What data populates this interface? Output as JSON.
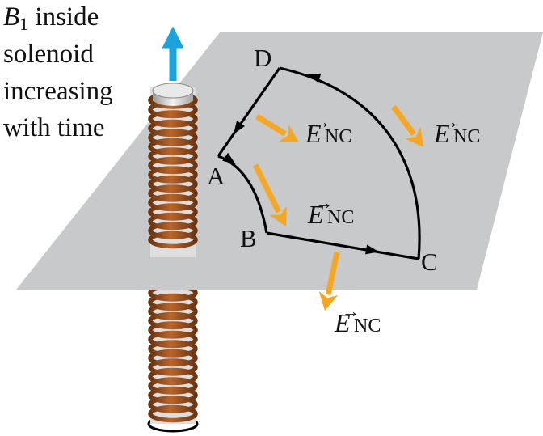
{
  "caption": {
    "symbol": "B",
    "subscript": "1",
    "line1_rest": " inside",
    "line2": "solenoid",
    "line3": "increasing",
    "line4": "with time"
  },
  "points": {
    "A": "A",
    "B": "B",
    "C": "C",
    "D": "D"
  },
  "field": {
    "symbol": "E",
    "subscript": "NC",
    "arrow_glyph": "→"
  },
  "colors": {
    "plane": "#c8c9cb",
    "coil": "#a4551d",
    "coil_highlight": "#e2e2e2",
    "field_arrow": "#f5a623",
    "b_arrow": "#1aa3dc",
    "loop": "#000000"
  }
}
